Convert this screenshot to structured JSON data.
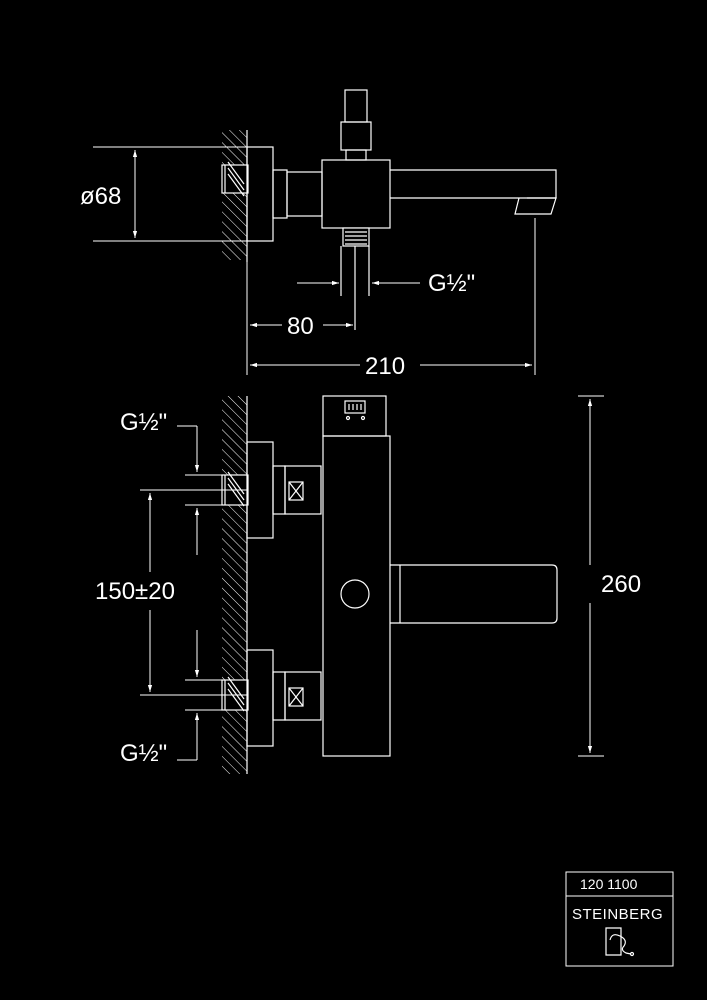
{
  "dimensions": {
    "diameter": "ø68",
    "thread_top": "G½\"",
    "depth": "80",
    "projection": "210",
    "thread_inlet_upper": "G½\"",
    "center_distance": "150±20",
    "thread_inlet_lower": "G½\"",
    "height": "260"
  },
  "title_block": {
    "article_number": "120 1100",
    "brand": "STEINBERG"
  },
  "colors": {
    "background": "#000000",
    "line": "#ffffff"
  },
  "icons": {
    "brand_logo": "steinberg-faucet-logo-icon"
  }
}
